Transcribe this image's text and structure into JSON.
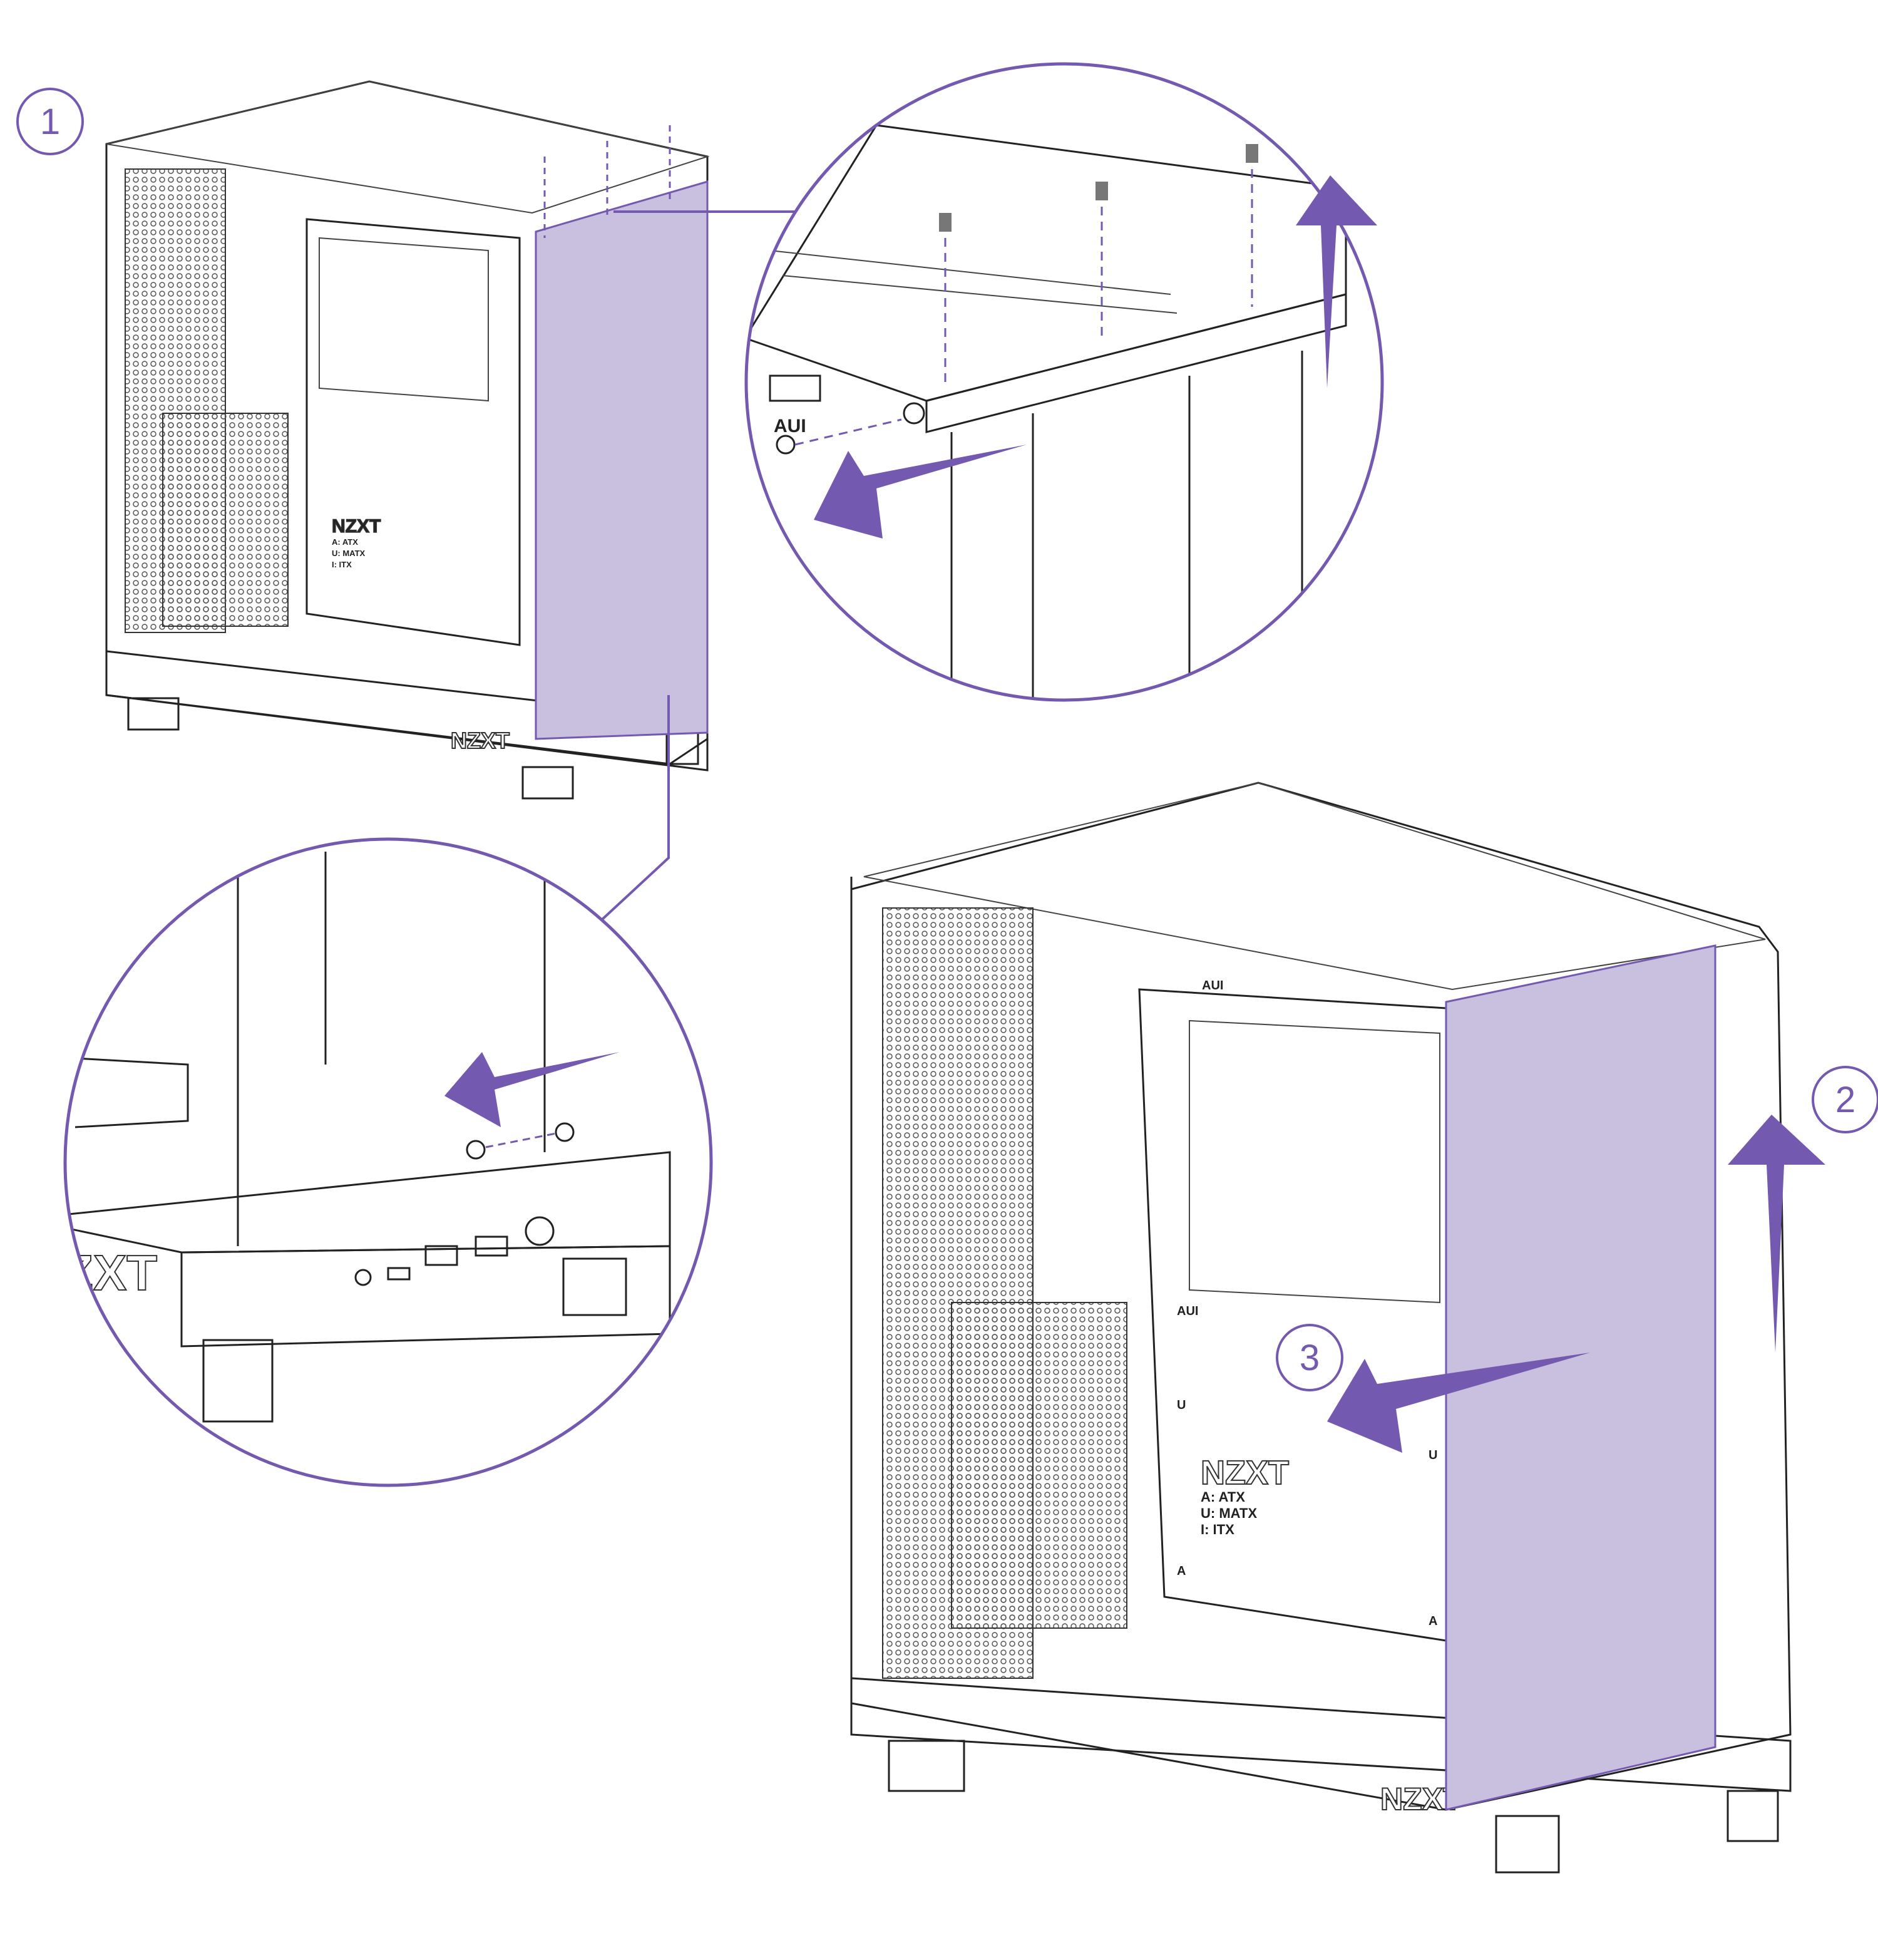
{
  "steps": [
    {
      "number": "1"
    },
    {
      "number": "2"
    },
    {
      "number": "3"
    }
  ],
  "case_labels": {
    "brand": "NZXT",
    "brand_partial": "ZXT",
    "legend": [
      "A: ATX",
      "U: MATX",
      "I: ITX"
    ],
    "standoff_aui": "AUI",
    "standoff_u": "U",
    "standoff_a": "A"
  },
  "colors": {
    "accent": "#7459b0",
    "panel": "#c9c0df",
    "line": "#222222"
  }
}
